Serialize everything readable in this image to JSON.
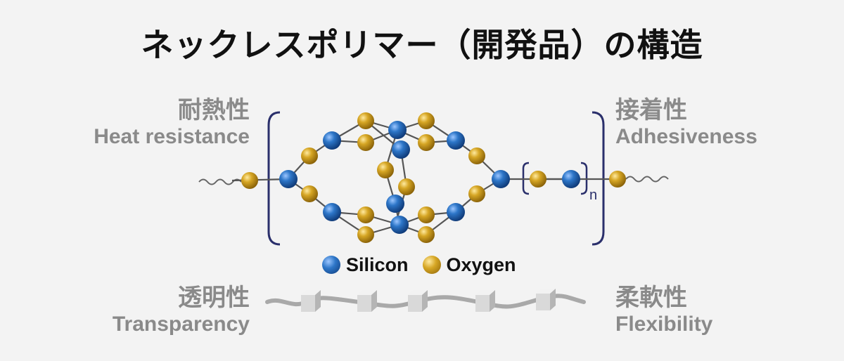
{
  "title": "ネックレスポリマー（開発品）の構造",
  "properties": {
    "heat": {
      "jp": "耐熱性",
      "en": "Heat resistance"
    },
    "adhesive": {
      "jp": "接着性",
      "en": "Adhesiveness"
    },
    "transparency": {
      "jp": "透明性",
      "en": "Transparency"
    },
    "flexibility": {
      "jp": "柔軟性",
      "en": "Flexibility"
    }
  },
  "repeat_subscript": "n",
  "legend": {
    "silicon": {
      "label": "Silicon",
      "color": "#1f5fa8"
    },
    "oxygen": {
      "label": "Oxygen",
      "color": "#c9981a"
    }
  },
  "colors": {
    "bracket": "#2a2f6b",
    "bond": "#555555",
    "property_text": "#8a8a8a"
  }
}
